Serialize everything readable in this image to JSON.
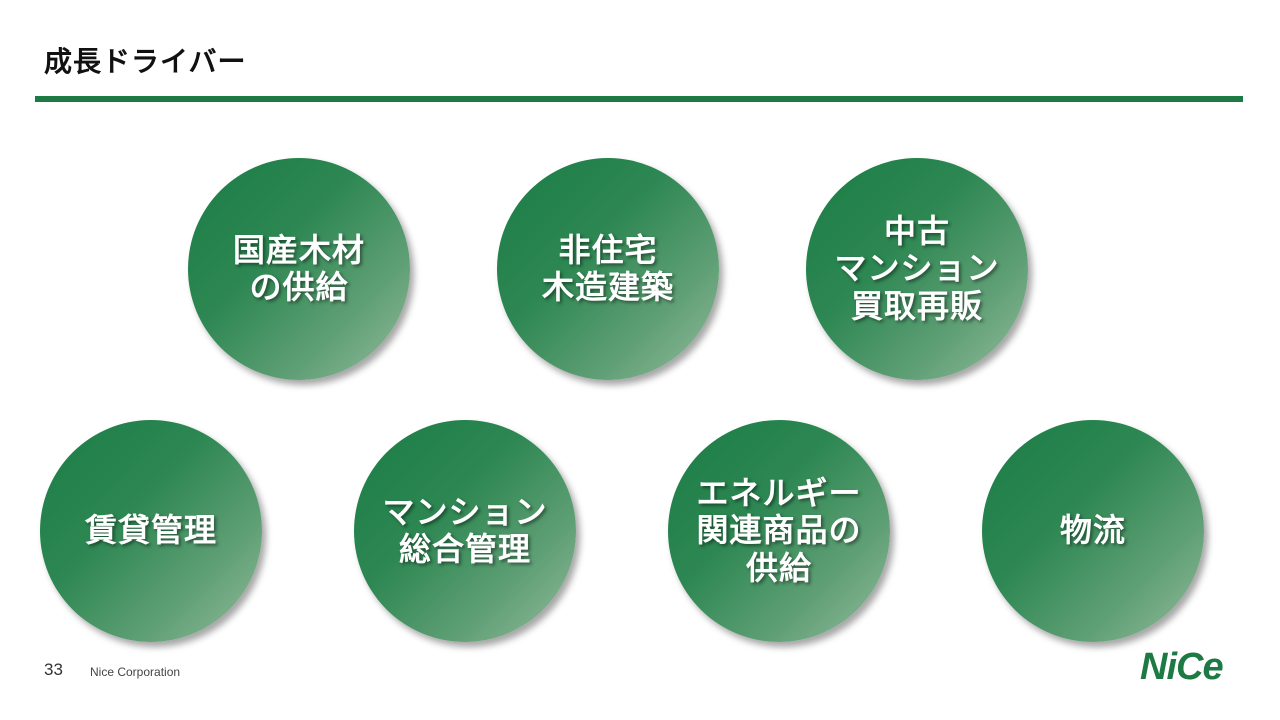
{
  "slide": {
    "title": "成長ドライバー",
    "page_number": "33",
    "company": "Nice Corporation",
    "logo_text": "NiCe",
    "accent_color": "#1e7a45"
  },
  "drivers": [
    {
      "label": "国産木材\nの供給"
    },
    {
      "label": "非住宅\n木造建築"
    },
    {
      "label": "中古\nマンション\n買取再販"
    },
    {
      "label": "賃貸管理"
    },
    {
      "label": "マンション\n総合管理"
    },
    {
      "label": "エネルギー\n関連商品の\n供給"
    },
    {
      "label": "物流"
    }
  ]
}
